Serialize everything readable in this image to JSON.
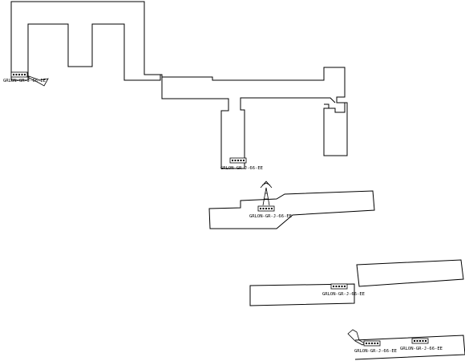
{
  "diagram": {
    "devices": [
      {
        "id": "sw1",
        "label": "GRLON-GR-J-66-EE",
        "kind": "switch-with-ap"
      },
      {
        "id": "sw2",
        "label": "GRLON-GR-J-66-EE",
        "kind": "switch"
      },
      {
        "id": "sw3",
        "label": "GRLON-GR-J-66-EE",
        "kind": "switch-with-antenna"
      },
      {
        "id": "sw4",
        "label": "GRLON-GR-J-66-EE",
        "kind": "switch"
      },
      {
        "id": "sw5",
        "label": "GRLON-GR-J-66-EE",
        "kind": "switch-with-ap"
      },
      {
        "id": "sw6",
        "label": "GRLON-GR-J-66-EE",
        "kind": "switch"
      }
    ]
  }
}
